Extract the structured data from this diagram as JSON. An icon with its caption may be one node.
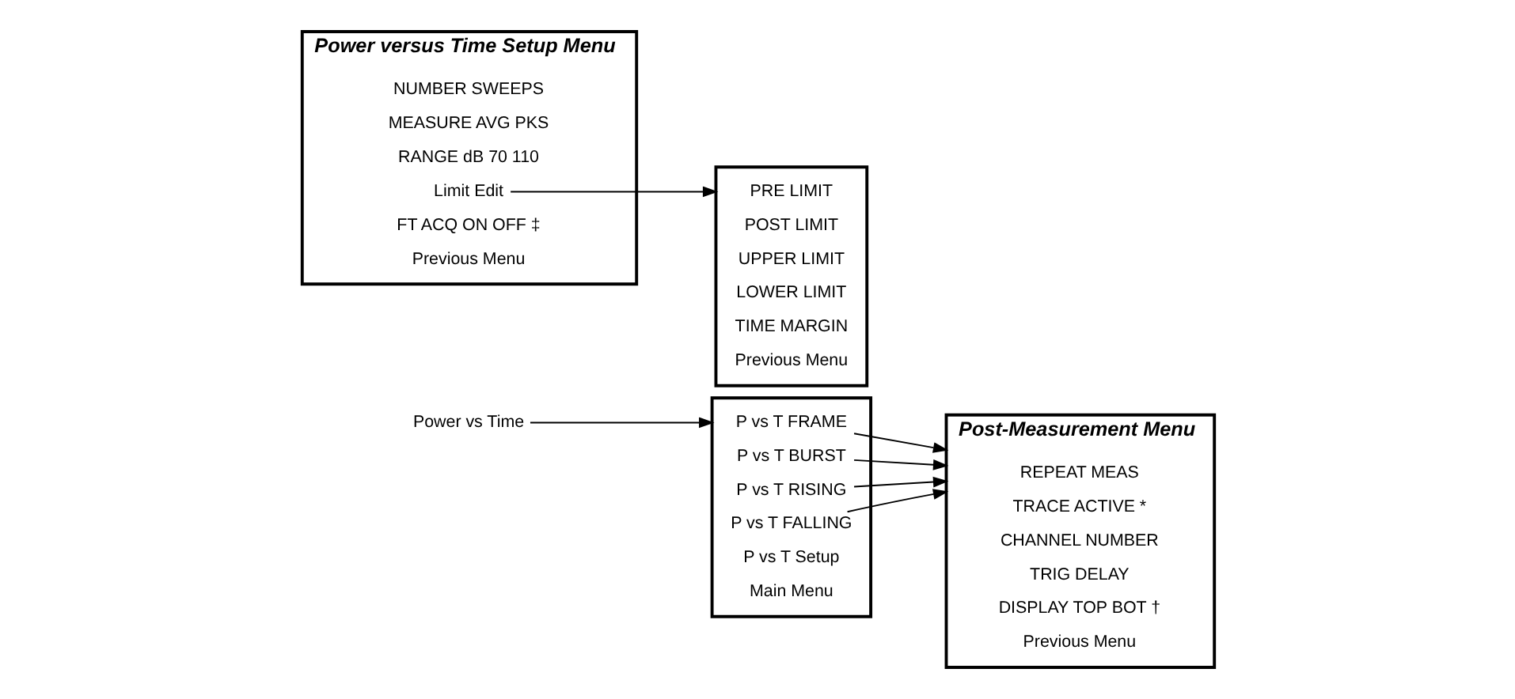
{
  "diagram": {
    "nodes": [
      {
        "text": [
          "Power vs Time"
        ]
      },
      {
        "text": [],
        "shape": "box"
      },
      {
        "text": [
          "P vs T FRAME"
        ],
        "in": 1
      },
      {
        "text": [
          "P vs T BURST"
        ],
        "in": 1
      },
      {
        "text": [
          "P vs T RISING"
        ],
        "in": 1
      },
      {
        "text": [
          "P vs T FALLING"
        ],
        "in": 1
      },
      {
        "text": [
          "P vs T Setup"
        ],
        "in": 1
      },
      {
        "text": [
          "Main Menu"
        ],
        "in": 1
      },
      {
        "text": [
          "Power versus Time Setup Menu"
        ]
      },
      {
        "text": [
          "NUMBER SWEEPS"
        ],
        "in": 8
      },
      {
        "text": [
          "MEASURE AVG PKS"
        ],
        "in": 8
      },
      {
        "text": [
          "RANGE dB 70 110"
        ],
        "in": 8
      },
      {
        "text": [
          "Limit Edit"
        ],
        "in": 8
      },
      {
        "text": [
          "FT ACQ ON OFF ‡"
        ],
        "in": 8
      },
      {
        "text": [
          "Previous Menu"
        ],
        "in": 8
      },
      {
        "text": [
          "Post-Measurement Menu"
        ]
      },
      {
        "text": [
          "REPEAT MEAS"
        ],
        "in": 15
      },
      {
        "text": [
          "TRACE ACTIVE *"
        ],
        "in": 15
      },
      {
        "text": [
          "CHANNEL NUMBER"
        ],
        "in": 15
      },
      {
        "text": [
          "TRIG DELAY"
        ],
        "in": 15
      },
      {
        "text": [
          "DISPLAY TOP BOT †"
        ],
        "in": 15
      },
      {
        "text": [
          "Previous Menu"
        ],
        "in": 15
      },
      {
        "text": [],
        "shape": "box"
      },
      {
        "text": [
          "PRE LIMIT"
        ],
        "in": 22
      },
      {
        "text": [
          "POST LIMIT"
        ],
        "in": 22
      },
      {
        "text": [
          "UPPER LIMIT"
        ],
        "in": 22
      },
      {
        "text": [
          "LOWER LIMIT"
        ],
        "in": 22
      },
      {
        "text": [
          "TIME MARGIN"
        ],
        "in": 22
      },
      {
        "text": [
          "Previous Menu"
        ],
        "in": 22
      }
    ],
    "edges": [
      {
        "from": 0,
        "to": 1,
        "arrow": "to"
      },
      {
        "from": 2,
        "to": 15,
        "arrow": "to"
      },
      {
        "from": 3,
        "to": 15,
        "arrow": "to"
      },
      {
        "from": 4,
        "to": 15,
        "arrow": "to"
      },
      {
        "from": 5,
        "to": 15,
        "arrow": "to"
      },
      {
        "from": 12,
        "to": 22,
        "arrow": "to"
      }
    ]
  }
}
